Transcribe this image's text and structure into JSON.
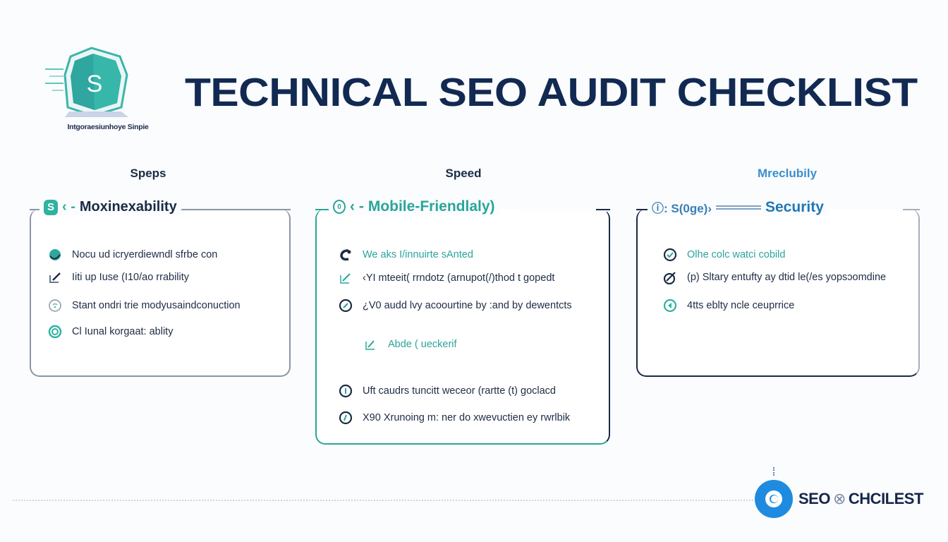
{
  "header": {
    "logo_caption": "Intgoraesiunhoye Sinpie",
    "logo_glyph": "S",
    "title": "TECHNICAL SEO AUDIT CHECKLIST"
  },
  "columns": [
    {
      "label": "Speps",
      "heading_prefix": "S‹ -",
      "heading": "Moxinexability",
      "heading_color": "#1a2b45",
      "border_color": "#8a96a6",
      "items": [
        {
          "icon": "leaf-icon",
          "text": "Nocu ud icryerdiewndl sfrbe con"
        },
        {
          "icon": "edit-icon",
          "text": "Iiti up Iuse (I10/ao rrability"
        },
        {
          "icon": "dial-icon",
          "text": "Stant ondri trie modyusaindconuction"
        },
        {
          "icon": "target-icon",
          "text": "Cl Iunal korgaat: ablity"
        }
      ]
    },
    {
      "label": "Speed",
      "heading_prefix": "0‹ -",
      "heading": "Mobile-Friendlaly)",
      "heading_color": "#2aa59a",
      "border_color": "#2aa59a",
      "items": [
        {
          "icon": "hand-icon",
          "text": "We aks I/innuirte sAnted"
        },
        {
          "icon": "edit-icon",
          "text": "‹YI mteeit( rrndotz (arnupot(/)thod t gopedt"
        },
        {
          "icon": "slash-circle-icon",
          "text": "¿V0 audd lvy acoourtine by :and by dewentcts"
        },
        {
          "icon": "edit-icon",
          "text": "Abde ( ueckerif"
        },
        {
          "icon": "info-circle-icon",
          "text": "Uft caudrs tuncitt weceor (rartte (t) goclacd"
        },
        {
          "icon": "info-circle-icon",
          "text": "X90 Xrunoing m: ner do xwevuctien ey rwrlbik"
        }
      ]
    },
    {
      "label": "Mreclubily",
      "heading_prefix": "ⓘ: S(0ge)›",
      "heading": "Security",
      "heading_color": "#1f78b4",
      "border_color": "#1a2b45",
      "items": [
        {
          "icon": "check-circle-icon",
          "text": "Olhe colc watci cobild"
        },
        {
          "icon": "check-pen-icon",
          "text": "(p) Sltary entufty ay dtid le(/es yopsɔomdine"
        },
        {
          "icon": "arrow-circle-icon",
          "text": "4tts eblty ncle ceuprrice"
        }
      ]
    }
  ],
  "footer": {
    "brand_left": "SEO",
    "brand_right": "CHCILEST"
  },
  "colors": {
    "navy": "#122a52",
    "teal": "#2aa59a",
    "blue": "#1e8be0"
  }
}
